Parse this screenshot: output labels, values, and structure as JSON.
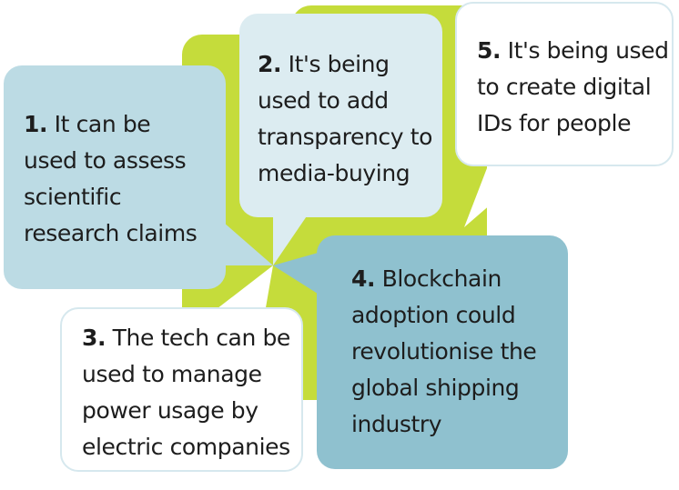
{
  "colors": {
    "lime": "#c5dc3b",
    "bubble_light_blue": "#bcdbe4",
    "bubble_white": "#ffffff",
    "bubble_teal": "#8fc1cf",
    "text": "#1d1d1d"
  },
  "points": [
    {
      "number": "1.",
      "lines": [
        "It can be",
        "used to assess",
        "scientific",
        "research claims"
      ]
    },
    {
      "number": "2.",
      "lines": [
        "It's being",
        "used to add",
        "transparency to",
        "media-buying"
      ]
    },
    {
      "number": "3.",
      "lines": [
        "The tech can be",
        "used to manage",
        "power usage by",
        "electric companies"
      ]
    },
    {
      "number": "4.",
      "lines": [
        "Blockchain",
        "adoption could",
        "revolutionise the",
        "global shipping",
        "industry"
      ]
    },
    {
      "number": "5.",
      "lines": [
        "It's being used",
        "to create digital",
        "IDs for people"
      ]
    }
  ]
}
